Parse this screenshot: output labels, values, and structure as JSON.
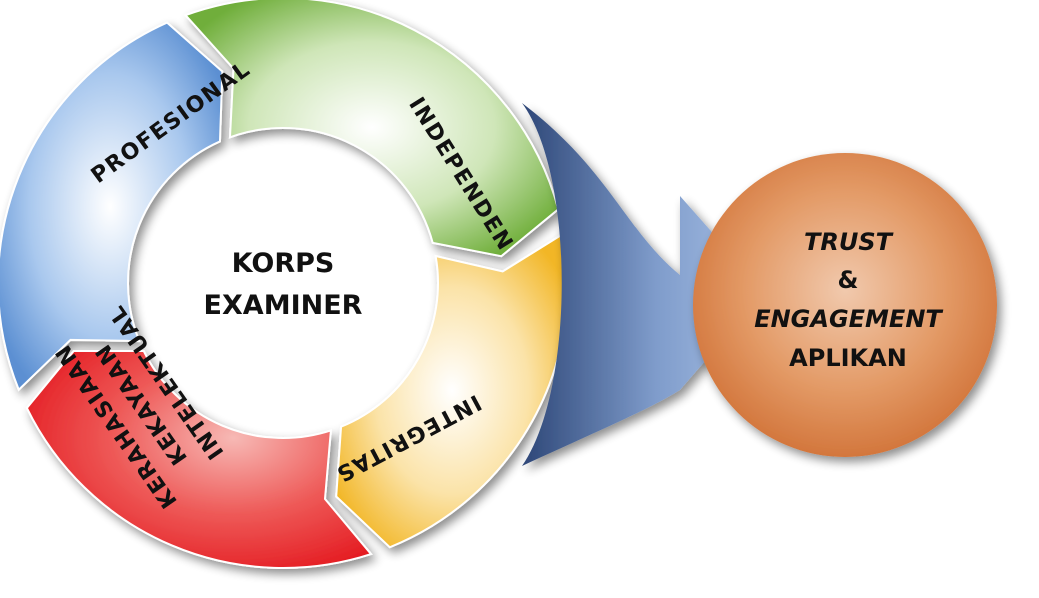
{
  "center": {
    "line1": "KORPS",
    "line2": "EXAMINER"
  },
  "segments": [
    {
      "key": "profesional",
      "label": "PROFESIONAL",
      "color": "#6f9fd8"
    },
    {
      "key": "independen",
      "label": "INDEPENDEN",
      "color": "#86b94f"
    },
    {
      "key": "integritas",
      "label": "INTEGRITAS",
      "color": "#f4c040"
    },
    {
      "key": "kerahasiaan",
      "lines": [
        "KERAHASIAAN",
        "KEKAYAAN",
        "INTELEKTUAL"
      ],
      "color": "#e8282c"
    }
  ],
  "arrow": {
    "color": "#4a6596"
  },
  "result": {
    "line1": "TRUST",
    "line2": "&",
    "line3": "ENGAGEMENT",
    "line4": "APLIKAN",
    "color": "#dc8b55"
  }
}
